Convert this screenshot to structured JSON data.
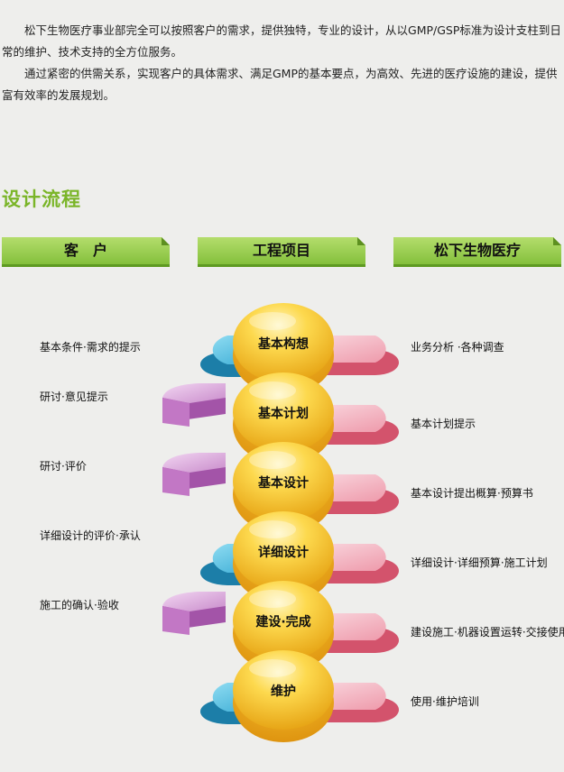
{
  "intro": {
    "p1": "松下生物医疗事业部完全可以按照客户的需求，提供独特，专业的设计，从以GMP/GSP标准为设计支柱到日常的维护、技术支持的全方位服务。",
    "p2": "通过紧密的供需关系，实现客户的具体需求、满足GMP的基本要点，为高效、先进的医疗设施的建设，提供富有效率的发展规划。"
  },
  "section_title": "设计流程",
  "columns": {
    "customer": "客　户",
    "project": "工程项目",
    "panasonic": "松下生物医疗"
  },
  "colors": {
    "green_light": "#9bcf4a",
    "green_dark": "#6aa62a",
    "gold_light": "#fde67a",
    "gold_dark": "#e7a10f",
    "pink": "#e0607a",
    "blue": "#2aa8d2",
    "purple": "#b25bb6"
  },
  "steps": [
    {
      "stage": "基本构想",
      "customer": "基本条件·需求的提示",
      "panasonic": "业务分析 ·各种调查",
      "left_wing": "blue"
    },
    {
      "stage": "基本计划",
      "customer": "研讨·意见提示",
      "panasonic": "基本计划提示",
      "left_wing": "purple"
    },
    {
      "stage": "基本设计",
      "customer": "研讨·评价",
      "panasonic": "基本设计提出概算·预算书",
      "left_wing": "purple"
    },
    {
      "stage": "详细设计",
      "customer": "详细设计的评价·承认",
      "panasonic": "详细设计·详细预算·施工计划",
      "left_wing": "blue"
    },
    {
      "stage": "建设·完成",
      "customer": "施工的确认·验收",
      "panasonic": "建设施工·机器设置运转·交接使用",
      "left_wing": "purple"
    },
    {
      "stage": "维护",
      "customer": "",
      "panasonic": "使用·维护培训",
      "left_wing": "blue"
    }
  ]
}
